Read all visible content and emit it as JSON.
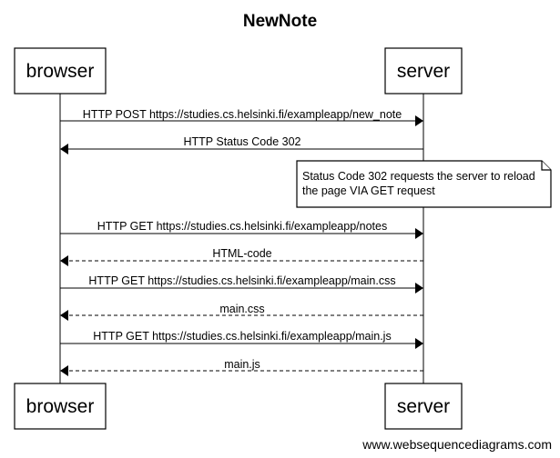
{
  "title": "NewNote",
  "participants": {
    "browser": "browser",
    "server": "server"
  },
  "messages": [
    {
      "label": "HTTP POST https://studies.cs.helsinki.fi/exampleapp/new_note",
      "from": "browser",
      "to": "server",
      "style": "solid"
    },
    {
      "label": "HTTP Status Code 302",
      "from": "server",
      "to": "browser",
      "style": "solid"
    },
    {
      "label": "HTTP GET https://studies.cs.helsinki.fi/exampleapp/notes",
      "from": "browser",
      "to": "server",
      "style": "solid"
    },
    {
      "label": "HTML-code",
      "from": "server",
      "to": "browser",
      "style": "dashed"
    },
    {
      "label": "HTTP GET https://studies.cs.helsinki.fi/exampleapp/main.css",
      "from": "browser",
      "to": "server",
      "style": "solid"
    },
    {
      "label": "main.css",
      "from": "server",
      "to": "browser",
      "style": "dashed"
    },
    {
      "label": "HTTP GET https://studies.cs.helsinki.fi/exampleapp/main.js",
      "from": "browser",
      "to": "server",
      "style": "solid"
    },
    {
      "label": "main.js",
      "from": "server",
      "to": "browser",
      "style": "dashed"
    }
  ],
  "note": {
    "lines": [
      "Status Code 302 requests the server to reload",
      "the page VIA GET request"
    ]
  },
  "footer": "www.websequencediagrams.com"
}
